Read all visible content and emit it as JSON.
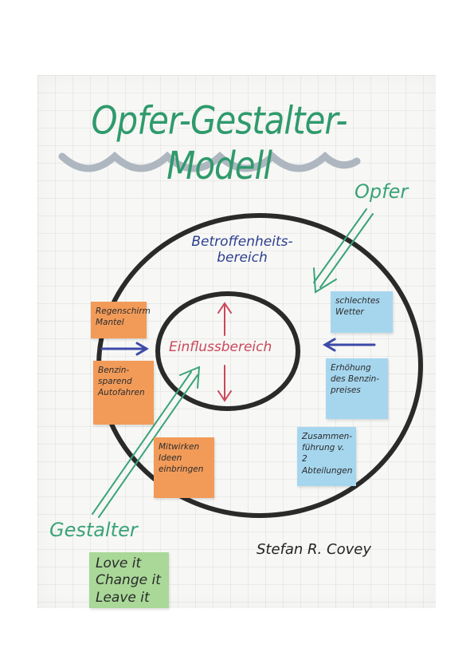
{
  "title": "Opfer-Gestalter-Modell",
  "outer_area_label_line1": "Betroffenheits-",
  "outer_area_label_line2": "bereich",
  "inner_area_label": "Einflussbereich",
  "opfer_label": "Opfer",
  "gestalter_label": "Gestalter",
  "author": "Stefan R. Covey",
  "notes": {
    "regenschirm": [
      "Regenschirm",
      "Mantel"
    ],
    "benzin_sparend": [
      "Benzin-",
      "sparend",
      "Autofahren"
    ],
    "mitwirken": [
      "Mitwirken",
      "Ideen",
      "einbringen"
    ],
    "schlechtes_wetter": [
      "schlechtes",
      "Wetter"
    ],
    "erhoehung": [
      "Erhöhung",
      "des Benzin-",
      "preises"
    ],
    "zusammenfuehrung": [
      "Zusammen-",
      "führung v.",
      "2 Abteilungen"
    ],
    "love_change_leave": [
      "Love it",
      "Change it",
      "Leave it"
    ]
  },
  "colors": {
    "title_green": "#2f9a6c",
    "ring_black": "#2a2a2a",
    "label_blue": "#2c3f8f",
    "inner_red": "#c9485b",
    "arrow_green": "#3aa37a",
    "arrow_blue": "#3c4aa8",
    "wave_gray": "#aeb7c0"
  }
}
